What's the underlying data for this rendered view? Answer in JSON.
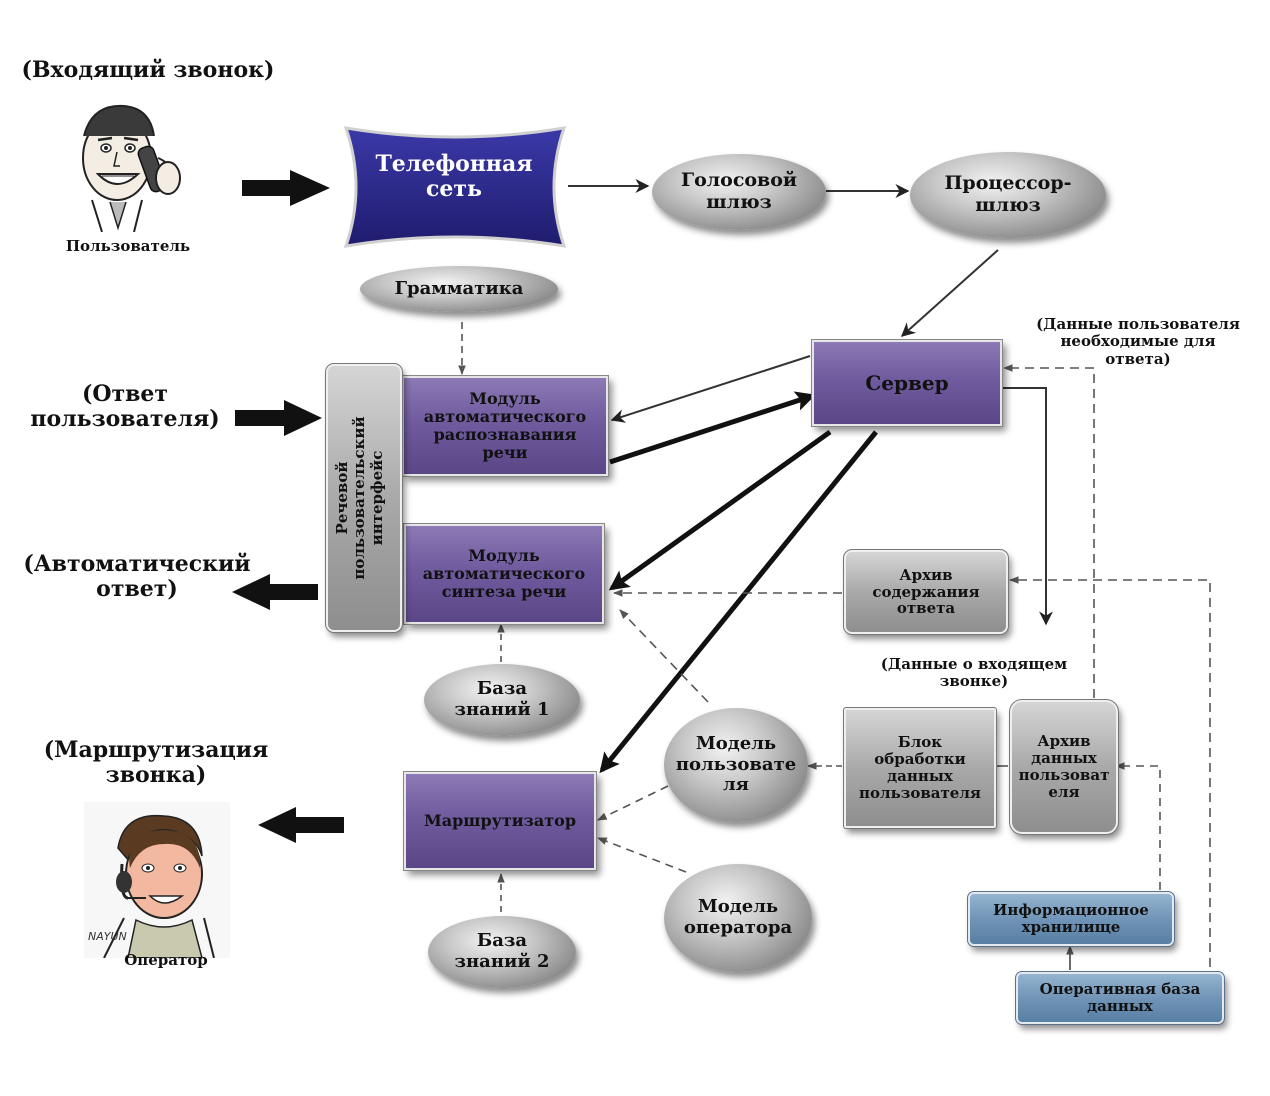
{
  "labels": {
    "incoming_call": "(Входящий звонок)",
    "user_caption": "Пользователь",
    "user_answer": "(Ответ\nпользователя)",
    "auto_answer": "(Автоматический\nответ)",
    "call_routing": "(Маршрутизация\nзвонка)",
    "operator_caption": "Оператор",
    "user_data_needed": "(Данные пользователя\nнеобходимые для\nответа)",
    "incoming_call_data": "(Данные о входящем\nзвонке)"
  },
  "nodes": {
    "phone_network": "Телефонная\nсеть",
    "voice_gateway": "Голосовой\nшлюз",
    "processor_gateway": "Процессор-\nшлюз",
    "grammar": "Грамматика",
    "server": "Сервер",
    "voice_ui": "Речевой\nпользовательский\nинтерфейс",
    "asr_module": "Модуль\nавтоматического\nраспознавания\nречи",
    "tts_module": "Модуль\nавтоматического\nсинтеза речи",
    "response_archive": "Архив\nсодержания\nответа",
    "knowledge_base_1": "База\nзнаний 1",
    "user_model": "Модель\nпользовате\nля",
    "user_data_block": "Блок\nобработки\nданных\nпользователя",
    "user_data_archive": "Архив\nданных\nпользоват\nеля",
    "router": "Маршрутизатор",
    "operator_model": "Модель\nоператора",
    "knowledge_base_2": "База\nзнаний 2",
    "info_storage": "Информационное\nхранилище",
    "operational_db": "Оперативная база\nданных"
  },
  "colors": {
    "phone_network": "#2b2886",
    "module_purple": "#6f5b9e",
    "ellipse_gray": "#9a9a9a",
    "box_gray": "#a9a9a9",
    "storage_blue": "#6e92b5"
  },
  "icons": {
    "user": "caricature-man-on-phone",
    "operator": "caricature-operator-with-headset"
  }
}
